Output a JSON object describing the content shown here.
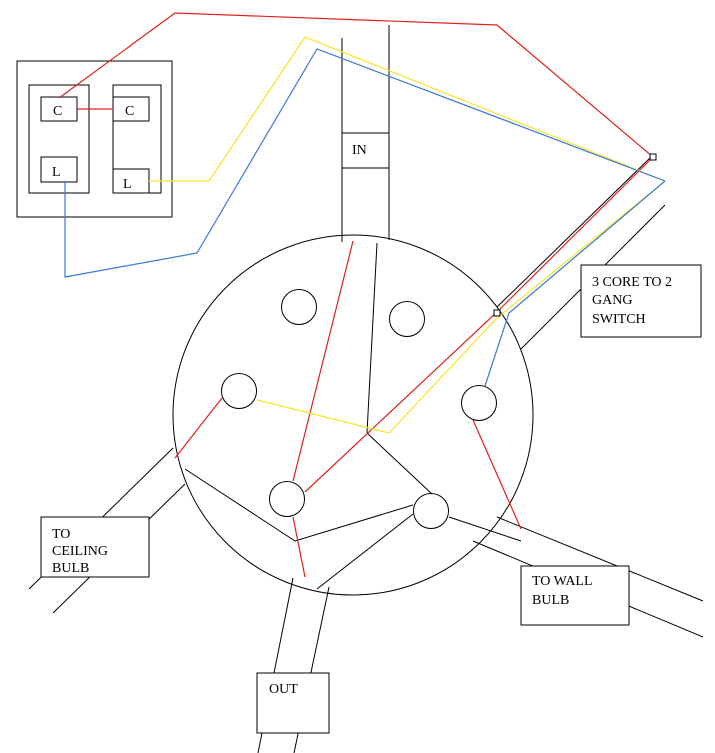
{
  "switch": {
    "left_common": "C",
    "right_common": "C",
    "left_live": "L",
    "right_live": "L"
  },
  "labels": {
    "in": "IN",
    "out": "OUT",
    "switch_cable": [
      "3 CORE TO 2",
      "GANG",
      "SWITCH"
    ],
    "ceiling": [
      "TO",
      "CEILING",
      "BULB"
    ],
    "wall": [
      "TO WALL",
      "BULB"
    ]
  },
  "wire_colors": {
    "red": "#e0201c",
    "yellow": "#f5e52a",
    "blue": "#3a78d8",
    "black": "#000000"
  }
}
